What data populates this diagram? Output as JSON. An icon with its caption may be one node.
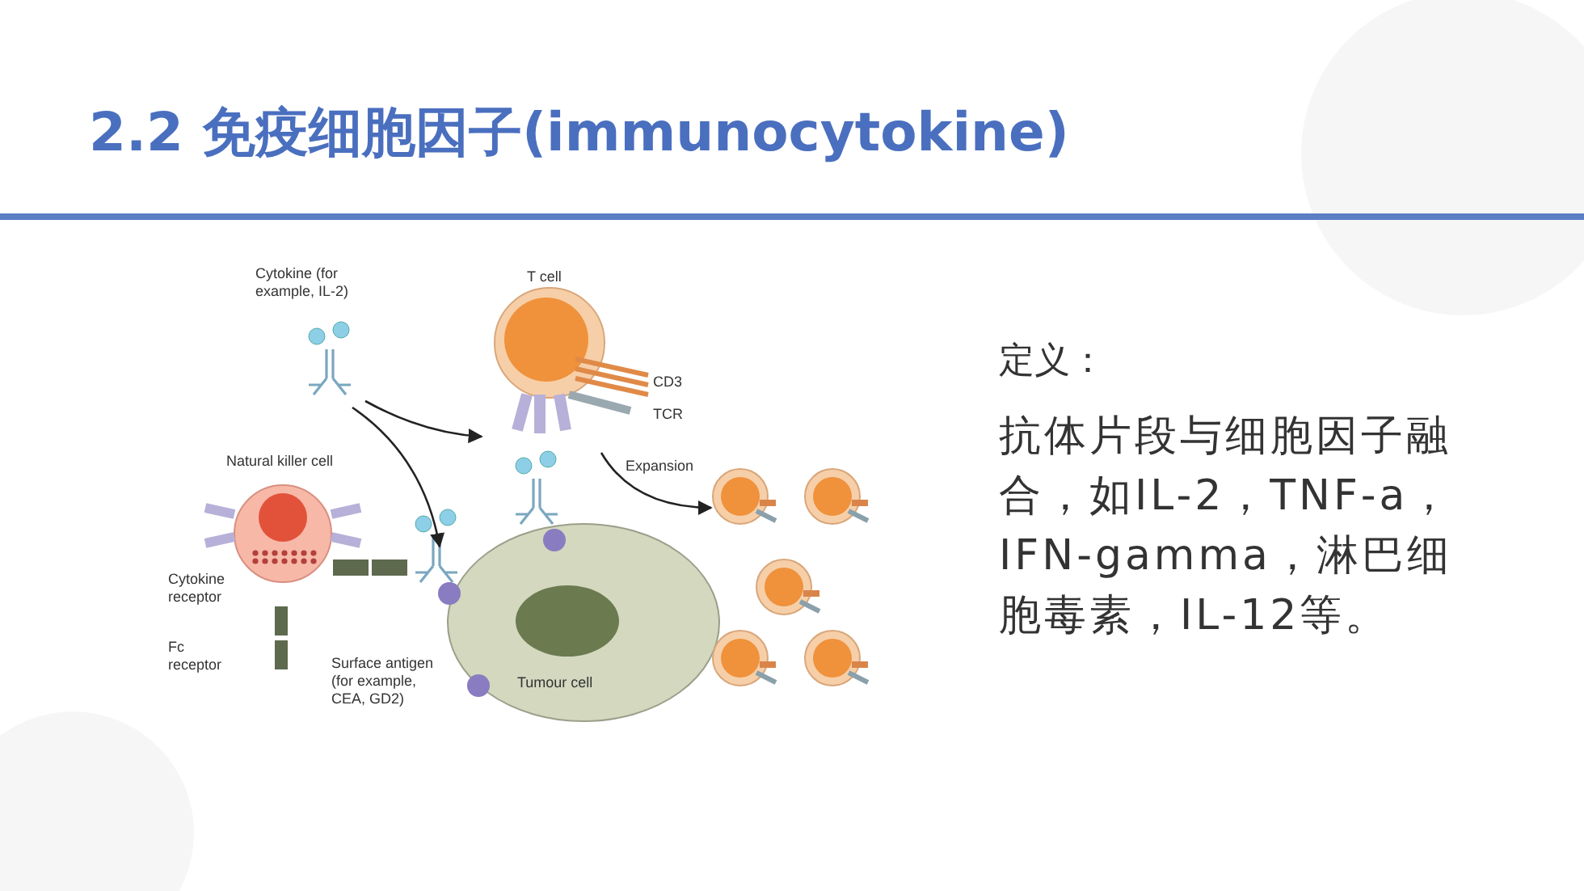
{
  "diagram": {
    "title": "2.2 免疫细胞因子(immunocytokine)",
    "nodes": [
      {
        "text": [
          "T cell"
        ]
      },
      {
        "text": [
          "Natural killer cell"
        ]
      },
      {
        "text": [
          "Tumour cell"
        ]
      },
      {
        "text": [
          "Cytokine (for example, IL-2)"
        ]
      },
      {
        "text": [],
        "shape": "picture"
      }
    ],
    "edges": [
      {
        "from": 3,
        "to": 0,
        "arrow": "to"
      },
      {
        "from": 3,
        "to": 2,
        "arrow": "to"
      },
      {
        "from": 0,
        "to": 4,
        "arrow": "to",
        "label": "Expansion"
      }
    ],
    "labels": [
      "CD3",
      "TCR",
      "Cytokine receptor",
      "Fc receptor",
      "Surface antigen (for example, CEA, GD2)",
      "定义：",
      "抗体片段与细胞因子融合，如IL-2，TNF-a，IFN-gamma，淋巴细胞毒素，IL-12等。"
    ]
  }
}
